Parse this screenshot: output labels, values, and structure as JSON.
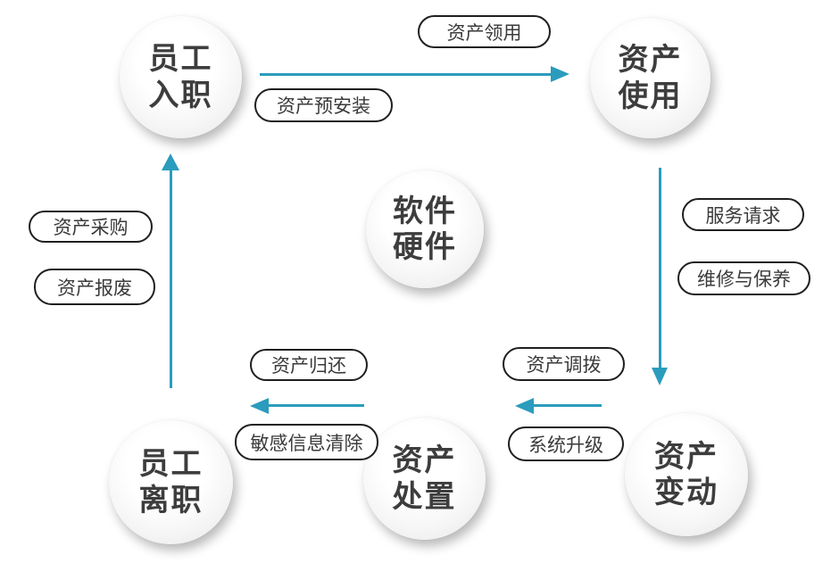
{
  "diagram": {
    "name": "asset-lifecycle-flow",
    "colors": {
      "arrow": "#2b9cbd",
      "node_text": "#3d3d3d",
      "label_border": "#1f1f1f",
      "label_text": "#3a3a3a",
      "node_fill": "#f5f5f5"
    },
    "nodes": [
      {
        "id": "employee-onboarding",
        "line1": "员工",
        "line2": "入职"
      },
      {
        "id": "asset-usage",
        "line1": "资产",
        "line2": "使用"
      },
      {
        "id": "software-hardware",
        "line1": "软件",
        "line2": "硬件"
      },
      {
        "id": "asset-change",
        "line1": "资产",
        "line2": "变动"
      },
      {
        "id": "asset-disposal",
        "line1": "资产",
        "line2": "处置"
      },
      {
        "id": "employee-departure",
        "line1": "员工",
        "line2": "离职"
      }
    ],
    "labels": [
      {
        "id": "asset-collection",
        "text": "资产领用"
      },
      {
        "id": "asset-preinstall",
        "text": "资产预安装"
      },
      {
        "id": "service-request",
        "text": "服务请求"
      },
      {
        "id": "repair-maintenance",
        "text": "维修与保养"
      },
      {
        "id": "asset-transfer",
        "text": "资产调拨"
      },
      {
        "id": "system-upgrade",
        "text": "系统升级"
      },
      {
        "id": "asset-return",
        "text": "资产归还"
      },
      {
        "id": "sensitive-info-wipe",
        "text": "敏感信息清除"
      },
      {
        "id": "asset-procurement",
        "text": "资产采购"
      },
      {
        "id": "asset-scrap",
        "text": "资产报废"
      }
    ],
    "flows": [
      "employee-onboarding -> asset-usage",
      "asset-usage -> asset-change",
      "asset-change -> asset-disposal",
      "asset-disposal -> employee-departure",
      "employee-departure -> employee-onboarding"
    ]
  }
}
